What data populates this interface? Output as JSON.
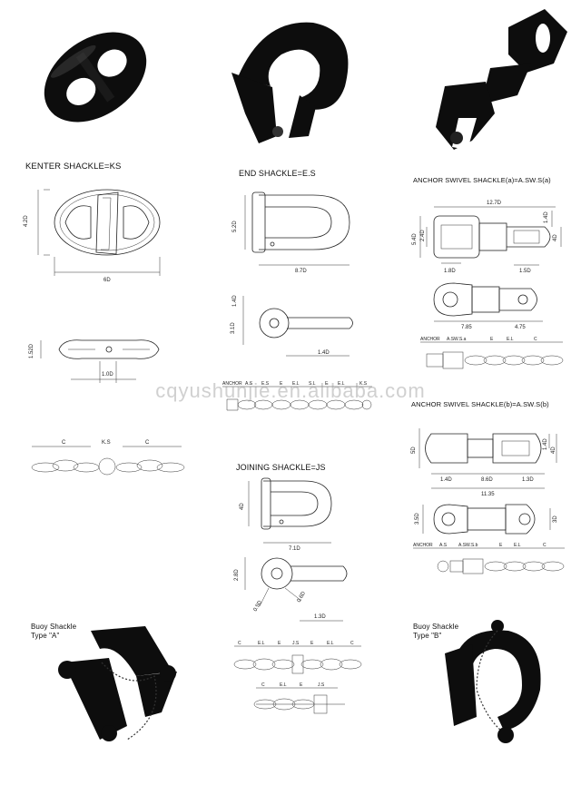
{
  "titles": {
    "kenter": "KENTER SHACKLE=KS",
    "end": "END SHACKLE=E.S",
    "swivel_a": "ANCHOR SWIVEL SHACKLE(a)=A.SW.S(a)",
    "swivel_b": "ANCHOR SWIVEL SHACKLE(b)=A.SW.S(b)",
    "joining": "JOINING SHACKLE=JS",
    "buoy_a_line1": "Buoy Shackle",
    "buoy_a_line2": "Type \"A\"",
    "buoy_b_line1": "Buoy Shackle",
    "buoy_b_line2": "Type \"B\""
  },
  "watermark": "cqyushunjie.en.alibaba.com",
  "dims": {
    "ks_h": "4.2D",
    "ks_w": "6D",
    "ks_side_h": "1.52D",
    "ks_side_w": "1.0D",
    "es_h": "5.2D",
    "es_w": "8.7D",
    "es_side_h1": "1.4D",
    "es_side_h2": "3.1D",
    "es_side_w": "1.4D",
    "swa_len": "12.7D",
    "swa_h1": "5.4D",
    "swa_h2": "2.4D",
    "swa_h3": "1.4D",
    "swa_h4": "4D",
    "swa_w1": "1.8D",
    "swa_w2": "1.5D",
    "swa_w3": "7.85",
    "swa_w4": "4.75",
    "swb_h1": "5D",
    "swb_h2": "1.4D",
    "swb_h3": "4D",
    "swb_w1": "1.4D",
    "swb_w2": "8.6D",
    "swb_w3": "1.3D",
    "swb_len": "11.35",
    "swb_h4": "3.5D",
    "swb_h5": "3D",
    "js_h": "4D",
    "js_w": "7.1D",
    "js_side_h": "2.8D",
    "js_r1": "0.5D",
    "js_r2": "0.6D",
    "js_side_w": "1.3D"
  },
  "chain_labels": {
    "ks_row": [
      "C",
      "K.S",
      "C"
    ],
    "es_row": [
      "ANCHOR",
      "A.S",
      "E.S",
      "E",
      "E.L",
      "S.L",
      "E",
      "E.L",
      "K.S"
    ],
    "swa_row": [
      "ANCHOR",
      "A.SW.S.a",
      "E",
      "E.L",
      "C"
    ],
    "swb_row": [
      "ANCHOR",
      "A.S",
      "A.SW.S.b",
      "E",
      "E.L",
      "C"
    ],
    "js_row1": [
      "C",
      "E.L",
      "E",
      "J.S",
      "E",
      "E.L",
      "C"
    ],
    "js_row2": [
      "C",
      "E.L",
      "E",
      "J.S"
    ]
  }
}
